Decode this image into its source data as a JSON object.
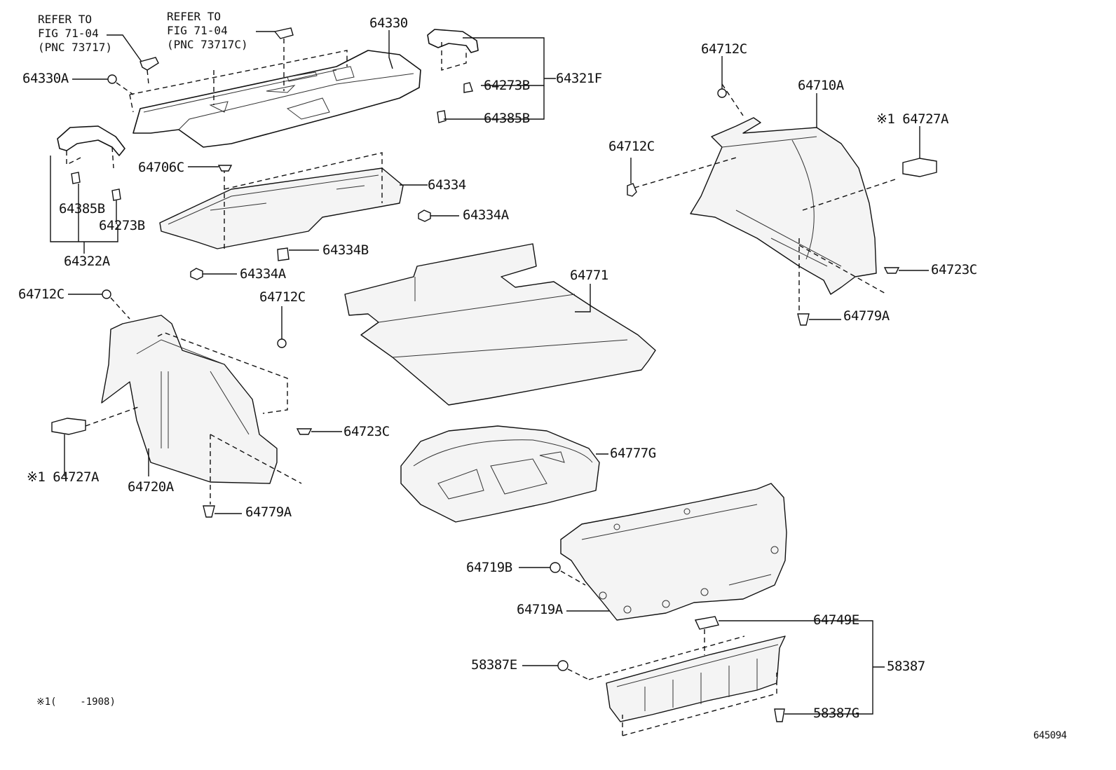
{
  "notes": {
    "refer_left": "REFER TO\nFIG 71-04\n(PNC 73717)",
    "refer_right": "REFER TO\nFIG 71-04\n(PNC 73717C)",
    "footnote": "※1(    -1908)",
    "figure_id": "645094"
  },
  "labels": {
    "p64330": "64330",
    "p64330A": "64330A",
    "p64273B_top": "64273B",
    "p64385B_top": "64385B",
    "p64321F": "64321F",
    "p64706C": "64706C",
    "p64334": "64334",
    "p64334A_right": "64334A",
    "p64334B": "64334B",
    "p64334A_left": "64334A",
    "p64385B_left": "64385B",
    "p64273B_left": "64273B",
    "p64322A": "64322A",
    "p64712C_topright": "64712C",
    "p64710A": "64710A",
    "p64727A_right": "※1 64727A",
    "p64712C_midright": "64712C",
    "p64723C_right": "64723C",
    "p64779A_right": "64779A",
    "p64771": "64771",
    "p64712C_left": "64712C",
    "p64712C_center": "64712C",
    "p64727A_left": "※1 64727A",
    "p64723C_left": "64723C",
    "p64720A": "64720A",
    "p64779A_left": "64779A",
    "p64777G": "64777G",
    "p64719B": "64719B",
    "p64719A": "64719A",
    "p64749E": "64749E",
    "p58387E": "58387E",
    "p58387": "58387",
    "p58387G": "58387G"
  }
}
